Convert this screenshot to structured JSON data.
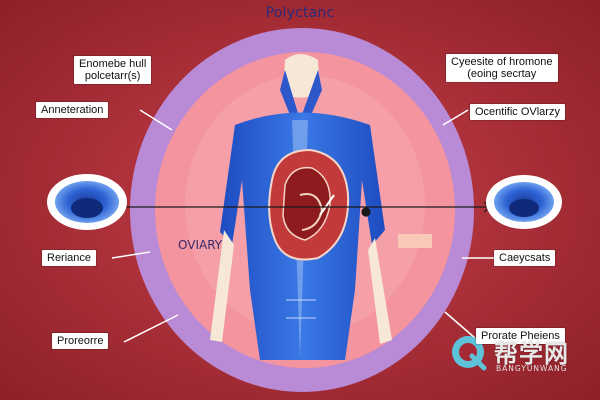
{
  "title": "Polyctanc",
  "labels": {
    "top_left": [
      "Enomebe hull",
      "polcetarr(s)"
    ],
    "top_right": [
      "Cyeesite of hromone",
      "(eoing secrtay"
    ],
    "mid_left": "Anneteration",
    "mid_right": "Ocentific OVlarzy",
    "side_left": "Reriance",
    "side_right": "Caeycsats",
    "bottom_left": "Proreorre",
    "bottom_right": "Prorate Pheiens"
  },
  "organ_label": "OVIARY",
  "watermark": {
    "text_cn": "帮学网",
    "text_en": "BANGYUNWANG"
  },
  "colors": {
    "background": "#a52a35",
    "outer_ring": "#b98ad6",
    "inner_disc": "#f3949e",
    "body": "#2f63d8",
    "organ": "#c23a3a"
  }
}
